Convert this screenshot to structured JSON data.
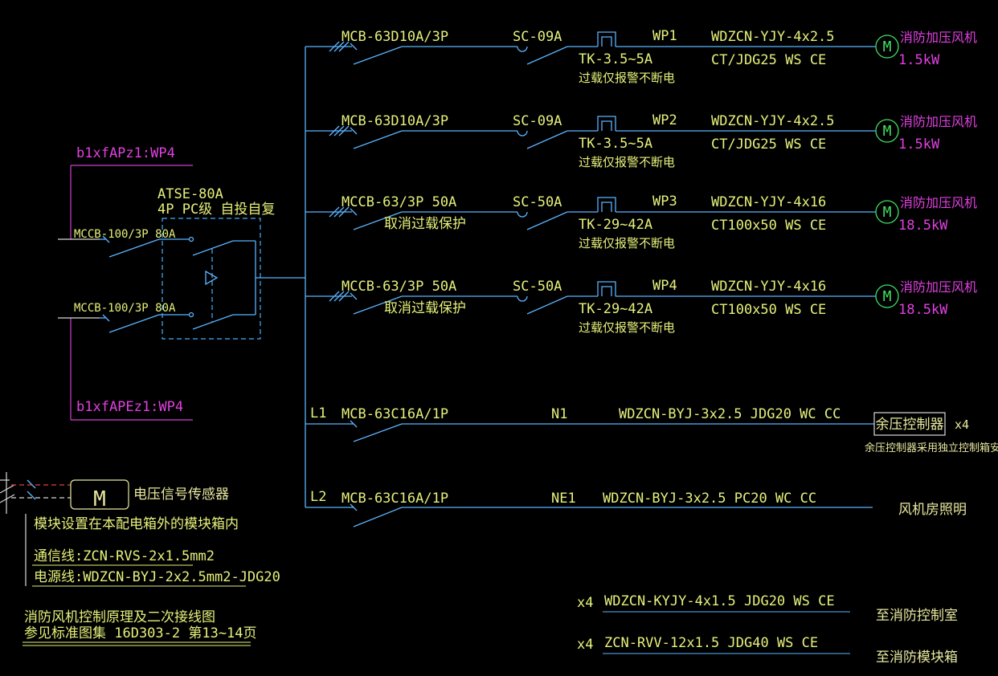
{
  "colors": {
    "background": "#000000",
    "wire": "#5ab4ff",
    "label": "#e6f07a",
    "magenta": "#e040e0",
    "motor": "#40e060"
  },
  "source": {
    "feed1": "b1xfAPz1:WP4",
    "feed2": "b1xfAPEz1:WP4",
    "mccb1": "MCCB-100/3P 80A",
    "mccb2": "MCCB-100/3P 80A",
    "atse_model": "ATSE-80A",
    "atse_spec": "4P PC级 自投自复"
  },
  "circuits": [
    {
      "breaker": "MCB-63D10A/3P",
      "contactor": "SC-09A",
      "relay": "TK-3.5~5A",
      "relay_note": "过载仅报警不断电",
      "id": "WP1",
      "cable": "WDZCN-YJY-4x2.5",
      "install": "CT/JDG25 WS CE",
      "load": "消防加压风机",
      "power": "1.5kW"
    },
    {
      "breaker": "MCB-63D10A/3P",
      "contactor": "SC-09A",
      "relay": "TK-3.5~5A",
      "relay_note": "过载仅报警不断电",
      "id": "WP2",
      "cable": "WDZCN-YJY-4x2.5",
      "install": "CT/JDG25 WS CE",
      "load": "消防加压风机",
      "power": "1.5kW"
    },
    {
      "breaker": "MCCB-63/3P 50A",
      "breaker_note": "取消过载保护",
      "contactor": "SC-50A",
      "relay": "TK-29~42A",
      "relay_note": "过载仅报警不断电",
      "id": "WP3",
      "cable": "WDZCN-YJY-4x16",
      "install": "CT100x50 WS CE",
      "load": "消防加压风机",
      "power": "18.5kW"
    },
    {
      "breaker": "MCCB-63/3P 50A",
      "breaker_note": "取消过载保护",
      "contactor": "SC-50A",
      "relay": "TK-29~42A",
      "relay_note": "过载仅报警不断电",
      "id": "WP4",
      "cable": "WDZCN-YJY-4x16",
      "install": "CT100x50 WS CE",
      "load": "消防加压风机",
      "power": "18.5kW"
    }
  ],
  "motor_symbol": "M",
  "single_phase": [
    {
      "phase": "L1",
      "breaker": "MCB-63C16A/1P",
      "id": "N1",
      "cable": "WDZCN-BYJ-3x2.5 JDG20 WC CC",
      "load": "余压控制器",
      "count": "x4",
      "note": "余压控制器采用独立控制箱安装"
    },
    {
      "phase": "L2",
      "breaker": "MCB-63C16A/1P",
      "id": "NE1",
      "cable": "WDZCN-BYJ-3x2.5 PC20 WC CC",
      "load": "风机房照明"
    }
  ],
  "sensor": {
    "symbol": "M",
    "label": "电压信号传感器",
    "note": "模块设置在本配电箱外的模块箱内",
    "comm": "通信线:ZCN-RVS-2x1.5mm2",
    "power": "电源线:WDZCN-BYJ-2x2.5mm2-JDG20"
  },
  "footer": {
    "title": "消防风机控制原理及二次接线图",
    "ref": "参见标准图集 16D303-2 第13~14页"
  },
  "control_cables": [
    {
      "count": "x4",
      "cable": "WDZCN-KYJY-4x1.5 JDG20 WS CE",
      "dest": "至消防控制室"
    },
    {
      "count": "x4",
      "cable": "ZCN-RVV-12x1.5 JDG40 WS CE",
      "dest": "至消防模块箱"
    }
  ]
}
